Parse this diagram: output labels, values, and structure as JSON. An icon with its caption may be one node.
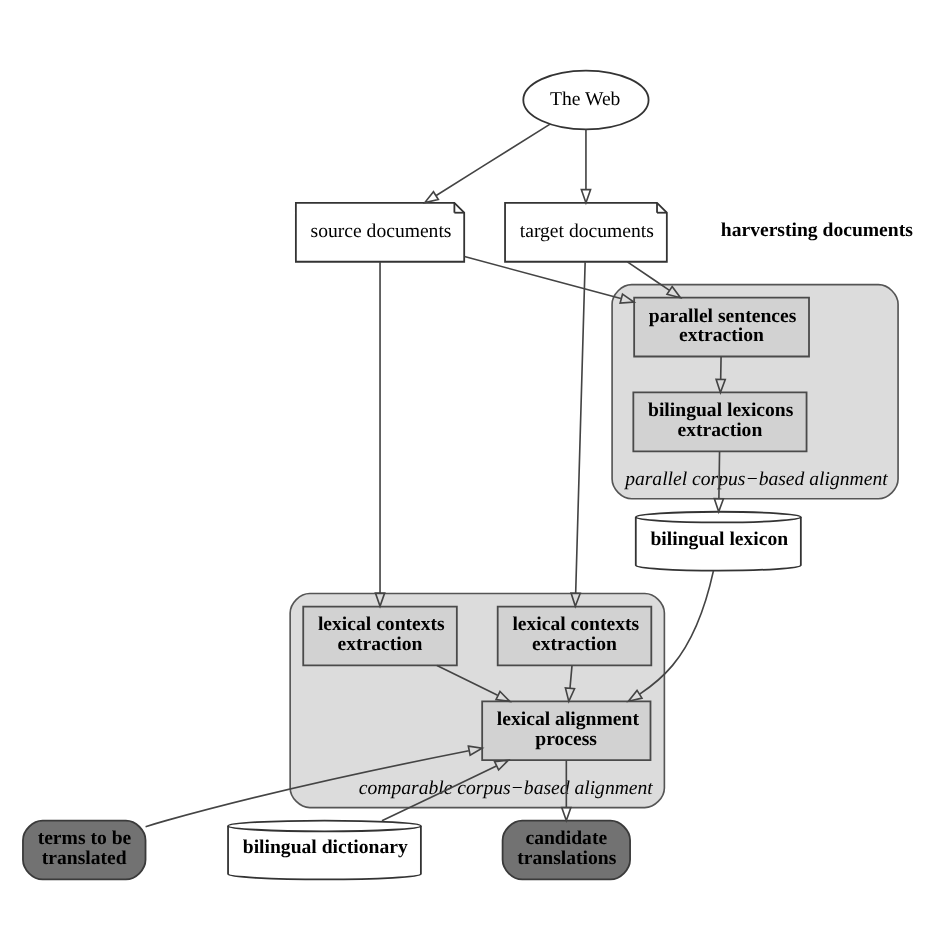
{
  "diagram": {
    "nodes": [
      {
        "text": [
          "The Web"
        ]
      },
      {
        "text": [
          "source documents"
        ]
      },
      {
        "text": [
          "target documents"
        ]
      },
      {
        "text": [
          "parallel corpus−based alignment"
        ]
      },
      {
        "text": [
          "parallel sentences extraction"
        ],
        "in": 3
      },
      {
        "text": [
          "bilingual lexicons extraction"
        ],
        "in": 3
      },
      {
        "text": [
          "bilingual lexicon"
        ]
      },
      {
        "text": [
          "comparable corpus−based alignment"
        ]
      },
      {
        "text": [
          "lexical contexts extraction"
        ],
        "in": 7
      },
      {
        "text": [
          "lexical alignment process"
        ],
        "in": 7
      },
      {
        "text": [
          "lexical contexts extraction"
        ],
        "in": 7
      },
      {
        "text": [
          "terms to be translated"
        ]
      },
      {
        "text": [
          "bilingual dictionary"
        ]
      },
      {
        "text": [
          "candidate translations"
        ]
      }
    ],
    "edges": [
      {
        "from": 0,
        "to": 1,
        "arrow": "to"
      },
      {
        "from": 0,
        "to": 2,
        "arrow": "to"
      },
      {
        "from": 1,
        "to": 4,
        "arrow": "to"
      },
      {
        "from": 2,
        "to": 4,
        "arrow": "to"
      },
      {
        "from": 4,
        "to": 5,
        "arrow": "to"
      },
      {
        "from": 5,
        "to": 6,
        "arrow": "to"
      },
      {
        "from": 1,
        "to": 8,
        "arrow": "to"
      },
      {
        "from": 2,
        "to": 10,
        "arrow": "to"
      },
      {
        "from": 6,
        "to": 9,
        "arrow": "to"
      },
      {
        "from": 8,
        "to": 9,
        "arrow": "to"
      },
      {
        "from": 10,
        "to": 9,
        "arrow": "to"
      },
      {
        "from": 11,
        "to": 9,
        "arrow": "to"
      },
      {
        "from": 12,
        "to": 9,
        "arrow": "to"
      },
      {
        "from": 9,
        "to": 13,
        "arrow": "to"
      }
    ],
    "labels": [
      "harversting documents"
    ]
  }
}
